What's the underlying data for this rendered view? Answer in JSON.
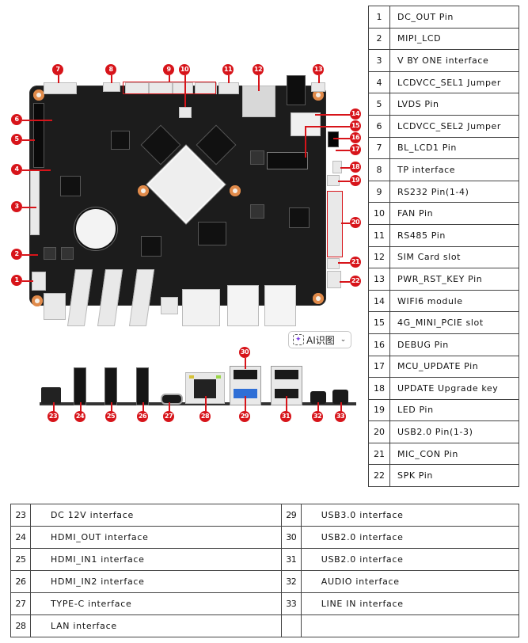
{
  "right_table": {
    "rows": [
      {
        "num": "1",
        "label": "DC_OUT Pin"
      },
      {
        "num": "2",
        "label": "MIPI_LCD"
      },
      {
        "num": "3",
        "label": "V BY ONE interface"
      },
      {
        "num": "4",
        "label": "LCDVCC_SEL1 Jumper"
      },
      {
        "num": "5",
        "label": "LVDS Pin"
      },
      {
        "num": "6",
        "label": "LCDVCC_SEL2 Jumper"
      },
      {
        "num": "7",
        "label": "BL_LCD1 Pin"
      },
      {
        "num": "8",
        "label": "TP interface"
      },
      {
        "num": "9",
        "label": "RS232 Pin(1-4)"
      },
      {
        "num": "10",
        "label": "FAN Pin"
      },
      {
        "num": "11",
        "label": "RS485 Pin"
      },
      {
        "num": "12",
        "label": "SIM Card slot"
      },
      {
        "num": "13",
        "label": "PWR_RST_KEY Pin"
      },
      {
        "num": "14",
        "label": "WIFI6 module"
      },
      {
        "num": "15",
        "label": "4G_MINI_PCIE slot"
      },
      {
        "num": "16",
        "label": "DEBUG Pin"
      },
      {
        "num": "17",
        "label": "MCU_UPDATE Pin"
      },
      {
        "num": "18",
        "label": "UPDATE Upgrade key"
      },
      {
        "num": "19",
        "label": "LED Pin"
      },
      {
        "num": "20",
        "label": "USB2.0 Pin(1-3)"
      },
      {
        "num": "21",
        "label": "MIC_CON Pin"
      },
      {
        "num": "22",
        "label": "SPK Pin"
      }
    ]
  },
  "bottom_table": {
    "rows": [
      {
        "num_a": "23",
        "label_a": "DC 12V interface",
        "num_b": "29",
        "label_b": "USB3.0 interface"
      },
      {
        "num_a": "24",
        "label_a": "HDMI_OUT interface",
        "num_b": "30",
        "label_b": "USB2.0 interface"
      },
      {
        "num_a": "25",
        "label_a": "HDMI_IN1 interface",
        "num_b": "31",
        "label_b": "USB2.0 interface"
      },
      {
        "num_a": "26",
        "label_a": "HDMI_IN2 interface",
        "num_b": "32",
        "label_b": "AUDIO interface"
      },
      {
        "num_a": "27",
        "label_a": "TYPE-C interface",
        "num_b": "33",
        "label_b": "LINE IN interface"
      },
      {
        "num_a": "28",
        "label_a": "LAN interface",
        "num_b": "",
        "label_b": ""
      }
    ]
  },
  "board_callouts": [
    "1",
    "2",
    "3",
    "4",
    "5",
    "6",
    "7",
    "8",
    "9",
    "10",
    "11",
    "12",
    "13",
    "14",
    "15",
    "16",
    "17",
    "18",
    "19",
    "20",
    "21",
    "22"
  ],
  "io_callouts": [
    "23",
    "24",
    "25",
    "26",
    "27",
    "28",
    "29",
    "30",
    "31",
    "32",
    "33"
  ],
  "ai_button": {
    "icon": "ai-scan-icon",
    "label": "AI识图",
    "chevron": "chevron-down-icon"
  },
  "colors": {
    "callout_red": "#d7141a",
    "board": "#1c1c1c",
    "mount_hole": "#e08a4a",
    "table_border": "#444444",
    "usb3_blue": "#2f6fd6"
  }
}
